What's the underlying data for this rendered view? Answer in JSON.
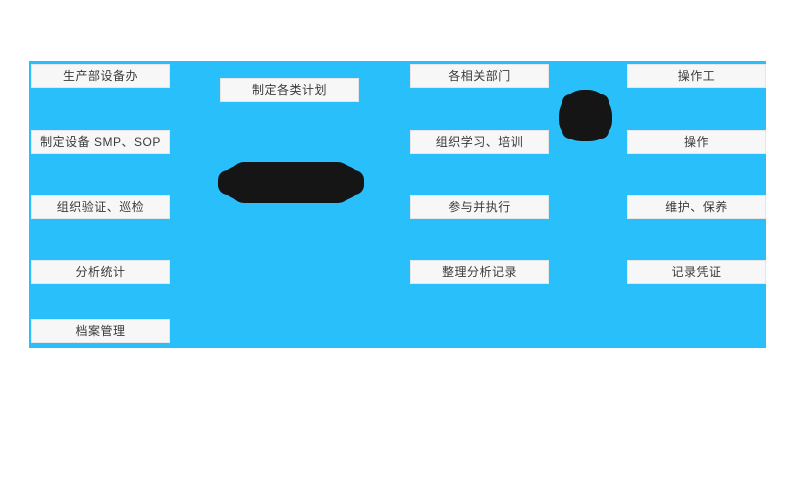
{
  "page": {
    "background_color": "#ffffff",
    "panel_color": "#29bffa",
    "box_fill_color": "#f7f7f7",
    "box_border_color": "#e6e6e6",
    "text_color": "#3a3a3a",
    "redaction_color": "#151515"
  },
  "matrix": {
    "columns": [
      {
        "id": "equipment-office",
        "cells": [
          {
            "label": "生产部设备办"
          },
          {
            "label": "制定设备 SMP、SOP"
          },
          {
            "label": "组织验证、巡检"
          },
          {
            "label": "分析统计"
          },
          {
            "label": "档案管理"
          }
        ]
      },
      {
        "id": "plan-column",
        "cells": [
          {
            "label": "制定各类计划"
          }
        ]
      },
      {
        "id": "related-departments",
        "cells": [
          {
            "label": "各相关部门"
          },
          {
            "label": "组织学习、培训"
          },
          {
            "label": "参与并执行"
          },
          {
            "label": "整理分析记录"
          }
        ]
      },
      {
        "id": "operator",
        "cells": [
          {
            "label": "操作工"
          },
          {
            "label": "操作"
          },
          {
            "label": "维护、保养"
          },
          {
            "label": "记录凭证"
          }
        ]
      }
    ]
  },
  "redactions": [
    {
      "id": "redaction-wide-bar",
      "shape": "rounded-bar"
    },
    {
      "id": "redaction-small-blob",
      "shape": "blob"
    }
  ]
}
